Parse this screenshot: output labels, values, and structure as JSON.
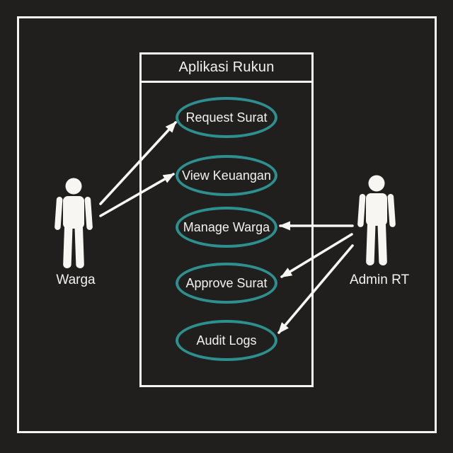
{
  "diagram": {
    "type": "uml-use-case-diagram",
    "system": {
      "title": "Aplikasi Rukun",
      "use_cases": [
        "Request Surat",
        "View Keuangan",
        "Manage Warga",
        "Approve Surat",
        "Audit Logs"
      ]
    },
    "actors": [
      {
        "name": "Warga",
        "position": "left",
        "icon": "person-pictogram"
      },
      {
        "name": "Admin RT",
        "position": "right",
        "icon": "person-pictogram"
      }
    ],
    "associations": [
      {
        "from": "Warga",
        "to": "Request Surat"
      },
      {
        "from": "Warga",
        "to": "View Keuangan"
      },
      {
        "from": "Admin RT",
        "to": "Manage Warga"
      },
      {
        "from": "Admin RT",
        "to": "Approve Surat"
      },
      {
        "from": "Admin RT",
        "to": "Audit Logs"
      }
    ],
    "colors": {
      "background": "#201f1d",
      "frame": "#f5f4f1",
      "use_case_outline": "#2e8f8f",
      "text": "#f3f2ef",
      "arrow": "#f7f6f3"
    }
  }
}
